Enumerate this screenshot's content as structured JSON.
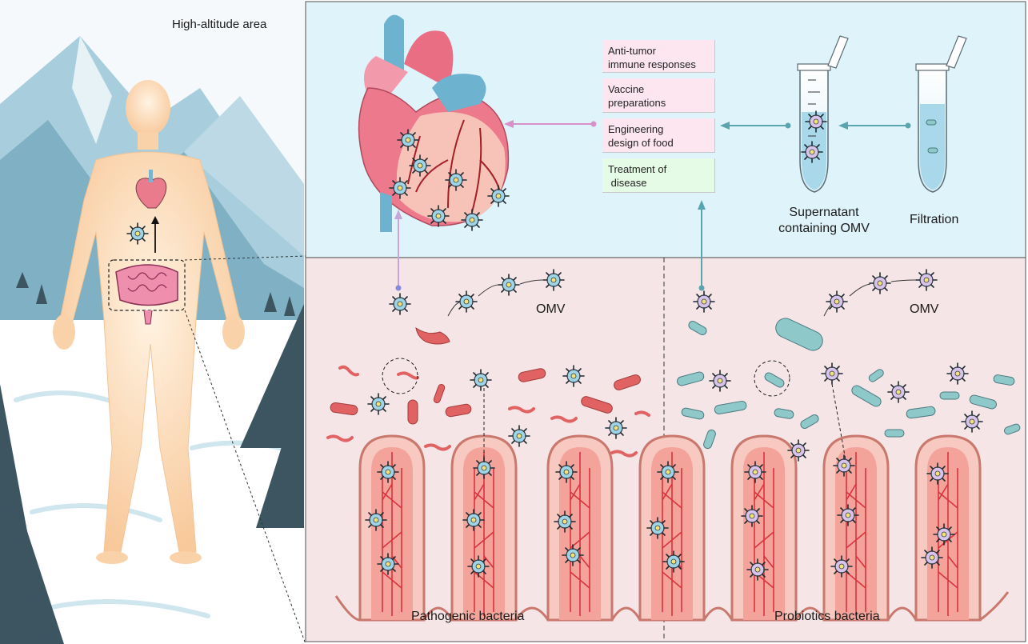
{
  "left_panel": {
    "title": "High-altitude area"
  },
  "applications": [
    {
      "text": "Anti-tumor immune responses",
      "line1": "Anti-tumor",
      "line2": "immune responses",
      "tone": "pink"
    },
    {
      "text": "Vaccine preparations",
      "line1": "Vaccine",
      "line2": "preparations",
      "tone": "pink"
    },
    {
      "text": "Engineering design of food",
      "line1": "Engineering",
      "line2": "design of food",
      "tone": "pink"
    },
    {
      "text": "Treatment of disease",
      "line1": "Treatment of",
      "line2": " disease",
      "tone": "green"
    }
  ],
  "process": {
    "supernatant_line1": "Supernatant",
    "supernatant_line2": "containing OMV",
    "filtration": "Filtration"
  },
  "intestine": {
    "omv_left": "OMV",
    "omv_right": "OMV",
    "pathogenic_label": "Pathogenic bacteria",
    "probiotic_label": "Probiotics bacteria"
  },
  "colors": {
    "top_panel_bg": "#dff3fb",
    "bottom_panel_bg": "#f6e5e7",
    "sky": "#f3f8fb",
    "mountain": "#9fc6d6",
    "snow": "#ffffff",
    "tree": "#3f5560",
    "body": "#fbd7b3",
    "pathogen": "#e06262",
    "probiotic": "#8ec8c9",
    "villus": "#f4a39a",
    "arrow_pink": "#d791c8",
    "arrow_teal": "#5aa5ad",
    "heart_red": "#ea6e83",
    "heart_blue": "#6db2cf"
  },
  "icons": [
    "heart-icon",
    "intestine-icon",
    "omv-vesicle-icon",
    "test-tube-icon",
    "bacterium-icon",
    "villus-icon",
    "tree-icon",
    "mountain-icon"
  ]
}
